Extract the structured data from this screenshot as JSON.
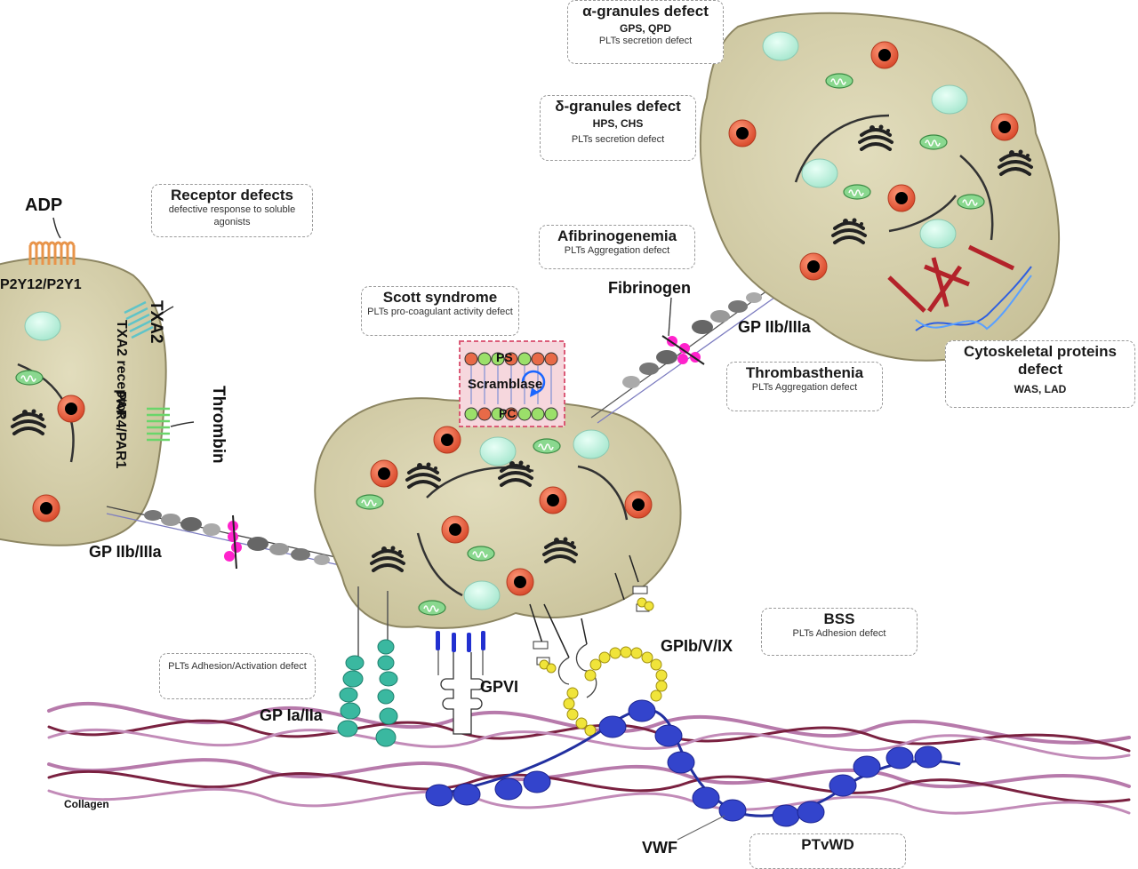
{
  "labels": {
    "adp": "ADP",
    "p2y": "P2Y12/P2Y1",
    "txa2": "TXA2",
    "txa2_receptor": "TXA2 receptor",
    "thrombin": "Thrombin",
    "par": "PAR4/PAR1",
    "gp2b3a_left": "GP IIb/IIIa",
    "gp2b3a_right": "GP IIb/IIIa",
    "fibrinogen": "Fibrinogen",
    "gpvi": "GPVI",
    "gp1a2a": "GP Ia/IIa",
    "gpib": "GPIb/V/IX",
    "vwf": "VWF",
    "collagen": "Collagen",
    "ps": "PS",
    "pc": "PC",
    "scramblase": "Scramblase"
  },
  "boxes": {
    "alpha": {
      "title": "α-granules defect",
      "codes": "GPS, QPD",
      "sub": "PLTs secretion defect"
    },
    "delta": {
      "title": "δ-granules defect",
      "codes": "HPS, CHS",
      "sub": "PLTs secretion defect"
    },
    "receptor": {
      "title": "Receptor defects",
      "sub": "defective response to soluble agonists"
    },
    "afib": {
      "title": "Afibrinogenemia",
      "sub": "PLTs Aggregation defect"
    },
    "scott": {
      "title": "Scott syndrome",
      "sub": "PLTs pro-coagulant activity defect"
    },
    "thromb": {
      "title": "Thrombasthenia",
      "sub": "PLTs Aggregation defect"
    },
    "cyto": {
      "title": "Cytoskeletal proteins defect",
      "codes": "WAS, LAD"
    },
    "bss": {
      "title": "BSS",
      "sub": "PLTs Adhesion defect"
    },
    "adhesion": {
      "sub": "PLTs Adhesion/Activation defect"
    },
    "ptvwd": {
      "title": "PTvWD"
    }
  },
  "colors": {
    "platelet": "#d7d1ad",
    "platelet_edge": "#8d8662",
    "granule_red": "#e86a48",
    "alpha_granule": "#c9f2e4",
    "mito": "#7fd48a",
    "collagen": "#b078a7",
    "collagen_dark": "#7a2140",
    "vwf": "#3344cc",
    "magenta": "#ff22cc",
    "teal": "#3ab8a0",
    "yellow": "#f0e43a"
  }
}
